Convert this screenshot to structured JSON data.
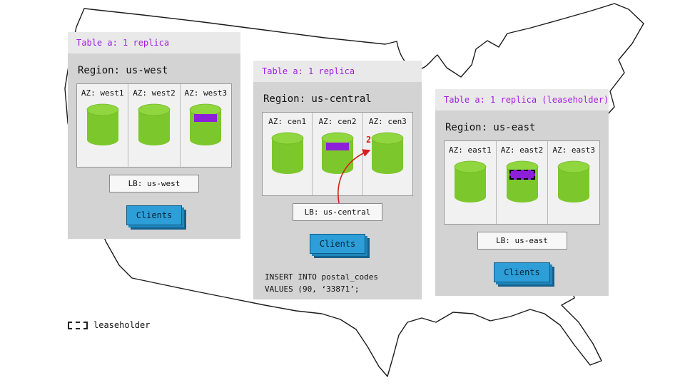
{
  "panels": [
    {
      "table_label": "Table a: 1 replica",
      "region_label": "Region: us-west",
      "azs": [
        {
          "label": "AZ: west1",
          "replica": false
        },
        {
          "label": "AZ: west2",
          "replica": false
        },
        {
          "label": "AZ: west3",
          "replica": true,
          "leaseholder": false
        }
      ],
      "lb_label": "LB: us-west",
      "clients_label": "Clients"
    },
    {
      "table_label": "Table a: 1 replica",
      "region_label": "Region: us-central",
      "azs": [
        {
          "label": "AZ: cen1",
          "replica": false
        },
        {
          "label": "AZ: cen2",
          "replica": true,
          "leaseholder": false
        },
        {
          "label": "AZ: cen3",
          "replica": false
        }
      ],
      "lb_label": "LB: us-central",
      "clients_label": "Clients",
      "arrow_label": "2",
      "sql": {
        "line1": "INSERT INTO postal_codes",
        "line2": "VALUES (90, ‘33871’;"
      }
    },
    {
      "table_label": "Table a: 1 replica (leaseholder)",
      "region_label": "Region: us-east",
      "azs": [
        {
          "label": "AZ: east1",
          "replica": false
        },
        {
          "label": "AZ: east2",
          "replica": true,
          "leaseholder": true
        },
        {
          "label": "AZ: east3",
          "replica": false
        }
      ],
      "lb_label": "LB: us-east",
      "clients_label": "Clients"
    }
  ],
  "legend": {
    "label": "leaseholder"
  },
  "colors": {
    "table_label_purple": "#a31fe0",
    "cylinder_green": "#7cc72b",
    "replica_purple": "#8d1fd9",
    "clients_blue": "#2d9ed8",
    "arrow_red": "#d91f1f"
  }
}
